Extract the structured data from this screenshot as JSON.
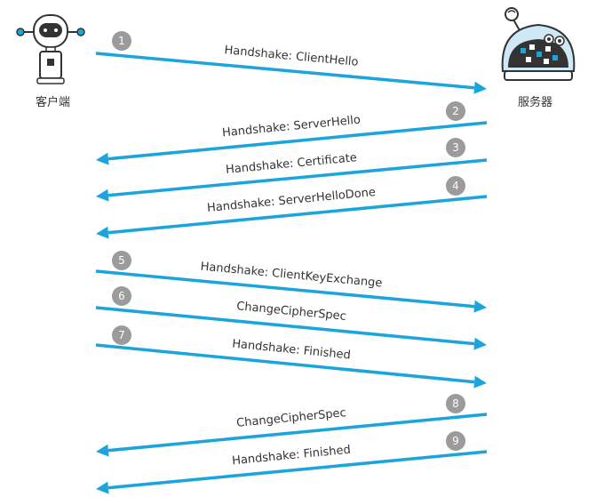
{
  "actors": {
    "client": {
      "label": "客户端",
      "icon": "client-robot-icon"
    },
    "server": {
      "label": "服务器",
      "icon": "server-robot-icon"
    }
  },
  "colors": {
    "arrow": "#1ba5dc",
    "badge": "#9b9b9b",
    "text": "#333333"
  },
  "messages": [
    {
      "step": "1",
      "label": "Handshake: ClientHello",
      "direction": "client-to-server"
    },
    {
      "step": "2",
      "label": "Handshake: ServerHello",
      "direction": "server-to-client"
    },
    {
      "step": "3",
      "label": "Handshake: Certificate",
      "direction": "server-to-client"
    },
    {
      "step": "4",
      "label": "Handshake: ServerHelloDone",
      "direction": "server-to-client"
    },
    {
      "step": "5",
      "label": "Handshake: ClientKeyExchange",
      "direction": "client-to-server"
    },
    {
      "step": "6",
      "label": "ChangeCipherSpec",
      "direction": "client-to-server"
    },
    {
      "step": "7",
      "label": "Handshake: Finished",
      "direction": "client-to-server"
    },
    {
      "step": "8",
      "label": "ChangeCipherSpec",
      "direction": "server-to-client"
    },
    {
      "step": "9",
      "label": "Handshake: Finished",
      "direction": "server-to-client"
    }
  ]
}
